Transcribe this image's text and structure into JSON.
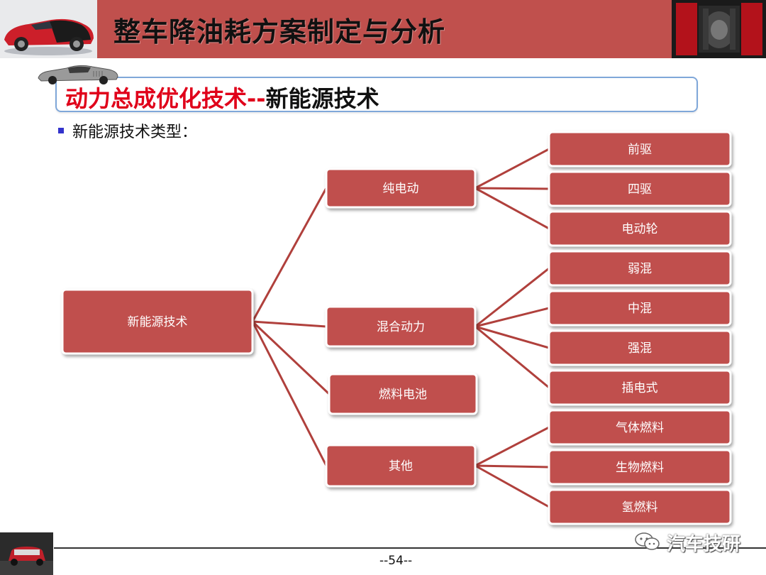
{
  "header": {
    "title": "整车降油耗方案制定与分析"
  },
  "subtitle": {
    "part1": "动力总成优化技术--",
    "part2": "新能源技术"
  },
  "bullet": {
    "text": "新能源技术类型："
  },
  "tree": {
    "root": "新能源技术",
    "groups": [
      {
        "label": "纯电动",
        "children": [
          "前驱",
          "四驱",
          "电动轮"
        ]
      },
      {
        "label": "混合动力",
        "children": [
          "弱混",
          "中混",
          "强混",
          "插电式"
        ]
      },
      {
        "label": "燃料电池",
        "children": []
      },
      {
        "label": "其他",
        "children": [
          "气体燃料",
          "生物燃料",
          "氢燃料"
        ]
      }
    ]
  },
  "colors": {
    "accent": "#c0504d",
    "line": "#b0403c",
    "subtitle_red": "#e0001a",
    "frame_blue": "#7fa7d9"
  },
  "footer": {
    "page": "--54--",
    "watermark": "汽车技研"
  },
  "icons": {
    "header_left": "car-photo-icon",
    "header_right": "engine-photo-icon",
    "subtitle_car": "car-silhouette-icon",
    "footer_left": "mini-car-photo-icon",
    "watermark": "wechat-icon"
  }
}
